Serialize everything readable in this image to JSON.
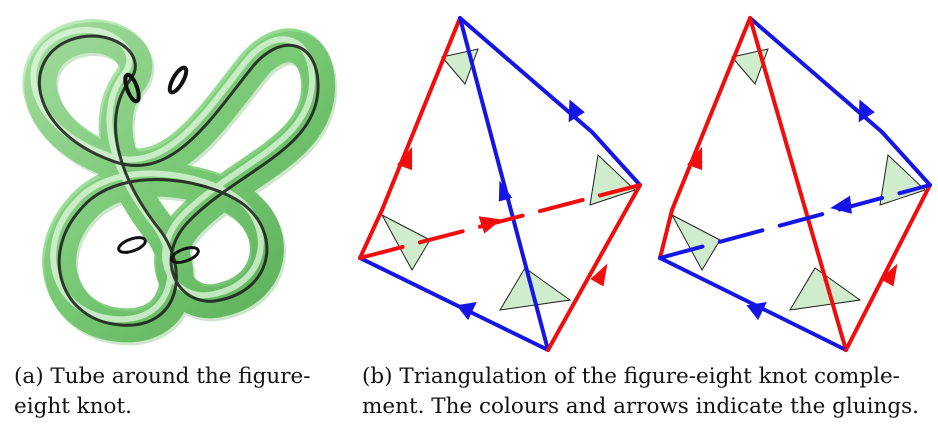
{
  "captions": {
    "a": {
      "lines": [
        "(a) Tube around the figure-",
        "eight knot."
      ]
    },
    "b": {
      "lines": [
        "(b) Triangulation of the figure-eight knot comple-",
        "ment. The colours and arrows indicate the gluings."
      ]
    }
  },
  "colors": {
    "red_edge": "#f20d0d",
    "blue_edge": "#1515e6",
    "tube_green": "#7ed37a",
    "tube_dark": "#3e9a3b",
    "face_fill": "#cfeccc"
  },
  "figures": {
    "knot": {
      "icon": "figure-eight-knot-tube-illustration"
    },
    "triangulations": [
      "tetrahedron-1",
      "tetrahedron-2"
    ]
  }
}
